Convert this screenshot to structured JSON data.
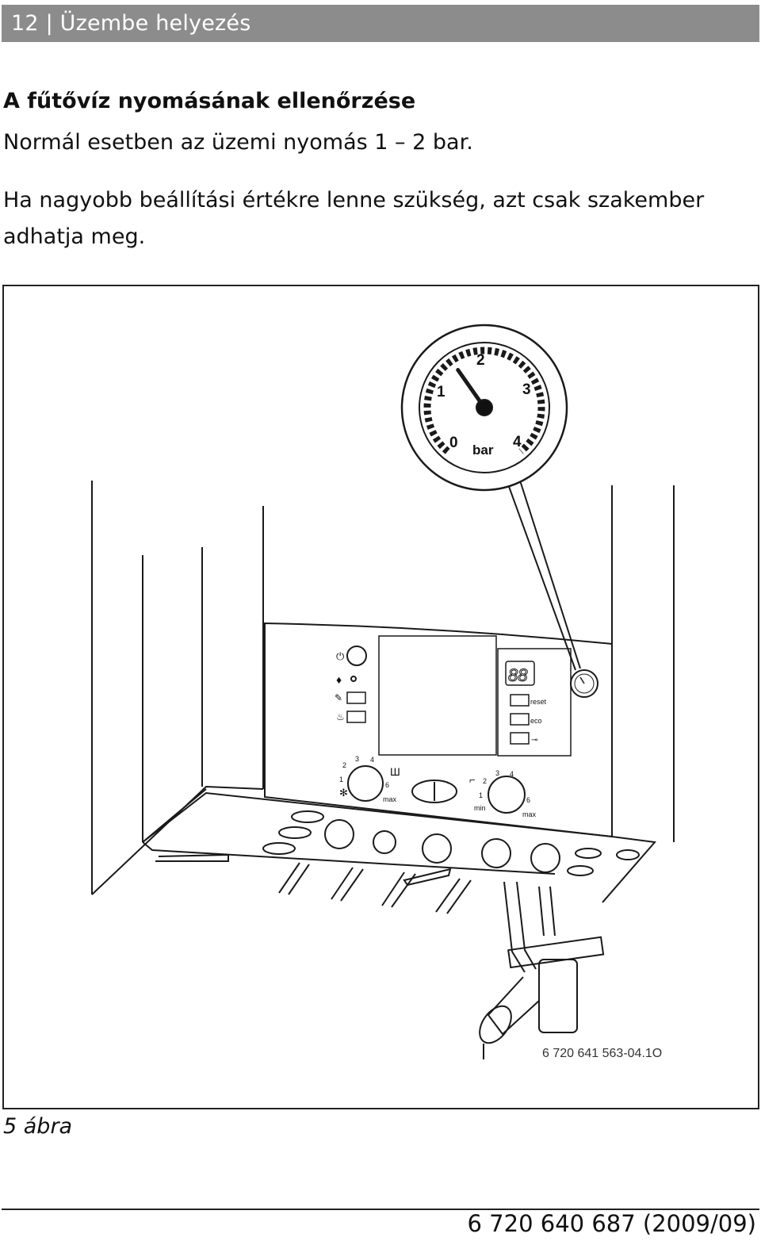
{
  "header": {
    "page_number": "12",
    "separator": "|",
    "section": "Üzembe helyezés"
  },
  "content": {
    "title": "A fűtővíz nyomásának ellenőrzése",
    "paragraph1": "Normál esetben az üzemi nyomás 1 – 2 bar.",
    "paragraph2": "Ha nagyobb beállítási értékre lenne szükség, azt csak szakember adhatja meg."
  },
  "figure": {
    "gauge": {
      "labels": [
        "0",
        "1",
        "2",
        "3",
        "4"
      ],
      "unit": "bar",
      "needle_value": 1.5
    },
    "panel": {
      "display": "88",
      "buttons": [
        "reset",
        "eco"
      ],
      "heating_dial": {
        "labels": [
          "1",
          "2",
          "3",
          "4",
          "6",
          "max"
        ]
      },
      "water_dial": {
        "labels": [
          "min",
          "1",
          "2",
          "3",
          "4",
          "6",
          "max"
        ]
      }
    },
    "code": "6 720 641 563-04.1O",
    "caption": "5 ábra"
  },
  "footer": {
    "doc_number": "6 720 640 687 (2009/09)"
  }
}
